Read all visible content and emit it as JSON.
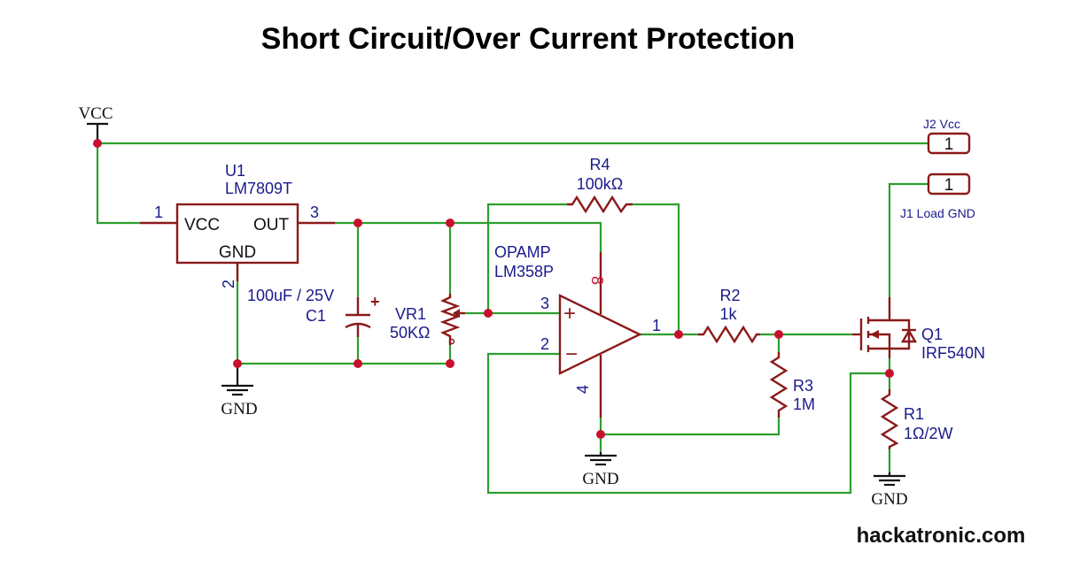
{
  "title": "Short Circuit/Over Current Protection",
  "footer": "hackatronic.com",
  "power": {
    "vcc_label": "VCC",
    "gnd_label": "GND"
  },
  "u1": {
    "ref": "U1",
    "value": "LM7809T",
    "pin_vcc": "VCC",
    "pin_out": "OUT",
    "pin_gnd": "GND",
    "pin1": "1",
    "pin2": "2",
    "pin3": "3"
  },
  "c1": {
    "rating": "100uF / 25V",
    "ref": "C1",
    "plus": "+"
  },
  "vr1": {
    "ref": "VR1",
    "value": "50KΩ"
  },
  "r4": {
    "ref": "R4",
    "value": "100kΩ"
  },
  "opamp": {
    "type": "OPAMP",
    "part": "LM358P",
    "pin8": "8",
    "pin3": "3",
    "pin2": "2",
    "pin1": "1",
    "pin4": "4",
    "plus": "+",
    "minus": "−"
  },
  "r2": {
    "ref": "R2",
    "value": "1k"
  },
  "r3": {
    "ref": "R3",
    "value": "1M"
  },
  "q1": {
    "ref": "Q1",
    "value": "IRF540N"
  },
  "r1": {
    "ref": "R1",
    "value": "1Ω/2W"
  },
  "j2": {
    "label": "J2  Vcc",
    "pin": "1"
  },
  "j1": {
    "label": "J1  Load GND",
    "pin": "1"
  }
}
